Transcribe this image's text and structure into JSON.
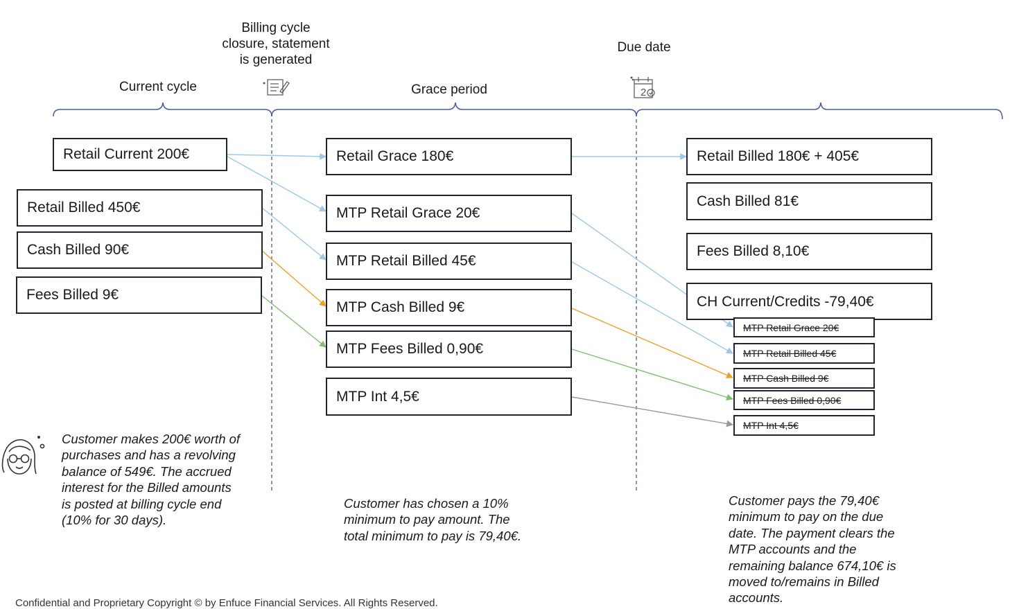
{
  "phases": {
    "current_cycle": "Current cycle",
    "billing_closure": [
      "Billing cycle",
      "closure, statement",
      "is generated"
    ],
    "grace_period": "Grace period",
    "due_date": "Due date"
  },
  "boxes": {
    "retail_current": "Retail Current  200€",
    "retail_billed_450": "Retail Billed 450€",
    "cash_billed_90": "Cash Billed 90€",
    "fees_billed_9": "Fees Billed 9€",
    "retail_grace_180": "Retail Grace 180€",
    "mtp_retail_grace_20": "MTP Retail Grace 20€",
    "mtp_retail_billed_45": "MTP Retail Billed 45€",
    "mtp_cash_billed_9": "MTP Cash Billed 9€",
    "mtp_fees_billed_090": "MTP Fees Billed 0,90€",
    "mtp_int_45": "MTP Int 4,5€",
    "retail_billed_180_405": "Retail Billed 180€ + 405€",
    "cash_billed_81": "Cash Billed 81€",
    "fees_billed_810": "Fees Billed 8,10€",
    "ch_current_credits": "CH Current/Credits -79,40€"
  },
  "cleared": {
    "mtp_retail_grace": "MTP Retail Grace 20€",
    "mtp_retail_billed": "MTP Retail Billed 45€",
    "mtp_cash_billed": "MTP Cash Billed 9€",
    "mtp_fees_billed": "MTP Fees Billed 0,90€",
    "mtp_int": "MTP Int 4,5€"
  },
  "notes": {
    "current": "Customer makes 200€ worth of purchases and has a revolving balance of 549€. The accrued interest for the Billed amounts is posted at billing cycle end (10% for 30 days).",
    "grace": "Customer has chosen a 10% minimum to pay amount. The total minimum to pay is 79,40€.",
    "due": "Customer pays the 79,40€ minimum to pay on the due date. The payment clears the MTP accounts and the remaining balance 674,10€ is moved to/remains in Billed accounts."
  },
  "footer": "Confidential and Proprietary Copyright © by Enfuce Financial Services. All Rights Reserved.",
  "icons": [
    "statement-icon",
    "calendar-icon",
    "customer-avatar-icon"
  ],
  "colors": {
    "bracket": "#4a5aa8",
    "retail_arrow": "#9cc8ec",
    "cash_arrow": "#f0a020",
    "fees_arrow": "#80c070",
    "int_arrow": "#999999",
    "box_border": "#1f2333"
  }
}
